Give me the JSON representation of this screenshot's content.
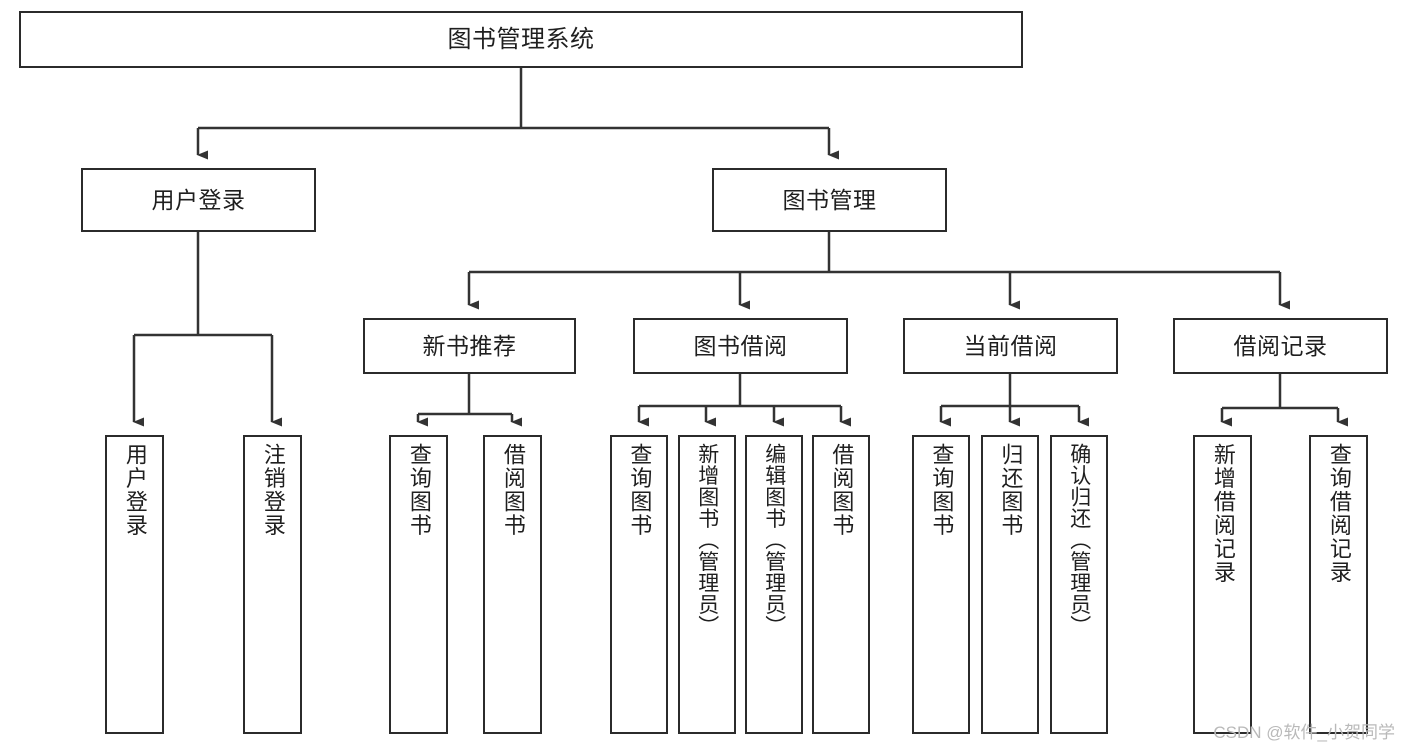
{
  "diagram": {
    "title": "图书管理系统",
    "type": "tree-hierarchy-chart",
    "colors": {
      "box_border": "#2b2b2b",
      "box_fill": "#ffffff",
      "connector": "#333333",
      "text": "#1f1f1f",
      "watermark": "#b9b9b9",
      "background": "#ffffff"
    },
    "root": {
      "label": "图书管理系统"
    },
    "level2": [
      {
        "label": "用户登录"
      },
      {
        "label": "图书管理"
      }
    ],
    "level3": [
      {
        "label": "新书推荐"
      },
      {
        "label": "图书借阅"
      },
      {
        "label": "当前借阅"
      },
      {
        "label": "借阅记录"
      }
    ],
    "leaves": {
      "user_login": [
        {
          "label": "用户登录"
        },
        {
          "label": "注销登录"
        }
      ],
      "new_book_recommend": [
        {
          "label": "查询图书"
        },
        {
          "label": "借阅图书"
        }
      ],
      "book_borrow": [
        {
          "label": "查询图书"
        },
        {
          "label": "新增图书（管理员）"
        },
        {
          "label": "编辑图书（管理员）"
        },
        {
          "label": "借阅图书"
        }
      ],
      "current_borrow": [
        {
          "label": "查询图书"
        },
        {
          "label": "归还图书"
        },
        {
          "label": "确认归还（管理员）"
        }
      ],
      "borrow_record": [
        {
          "label": "新增借阅记录"
        },
        {
          "label": "查询借阅记录"
        }
      ]
    }
  },
  "watermark": {
    "text": "CSDN @软件_小贺同学"
  }
}
